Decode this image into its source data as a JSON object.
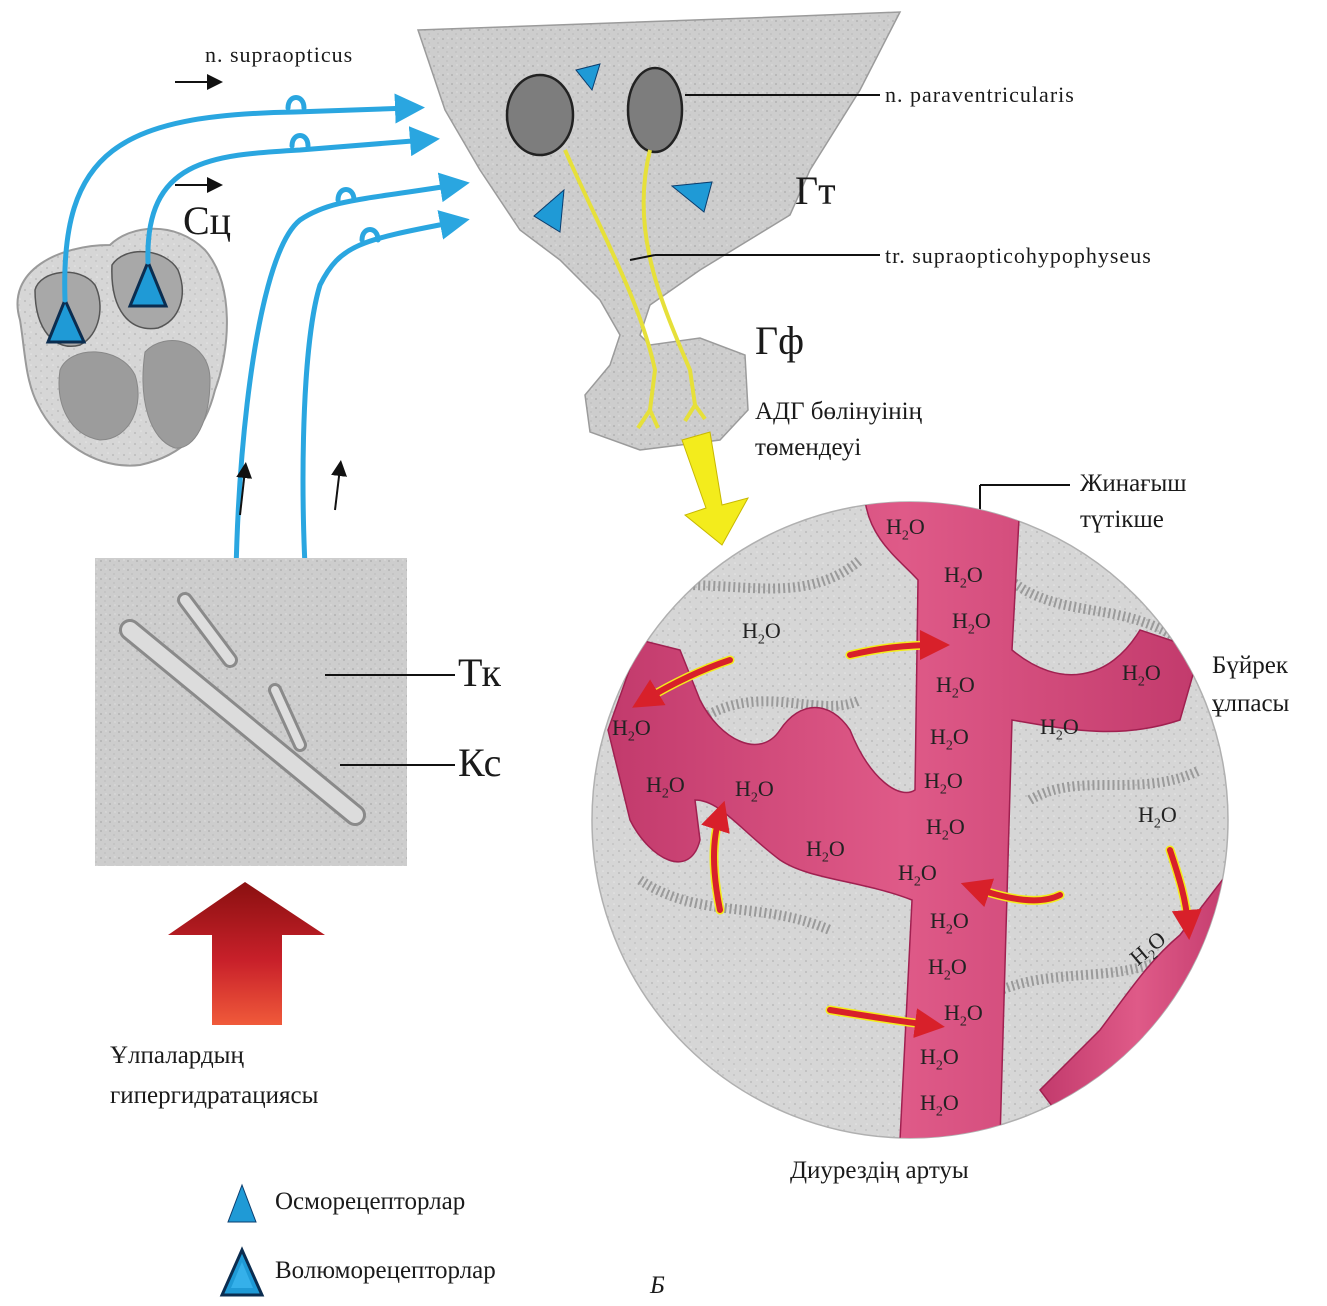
{
  "labels": {
    "n_supraopticus": "n. supraopticus",
    "n_paraventricularis": "n. paraventricularis",
    "gt": "Гт",
    "sc": "Сц",
    "tr_supraopticohypophyseus": "tr. supraopticohypophyseus",
    "gf": "Гф",
    "adg_line1": "АДГ бөлінуінің",
    "adg_line2": "төмендеуі",
    "collecting_line1": "Жинағыш",
    "collecting_line2": "түтікше",
    "kidney_line1": "Бүйрек",
    "kidney_line2": "ұлпасы",
    "tk": "Тк",
    "ks": "Кс",
    "hyper_line1": "Ұлпалардың",
    "hyper_line2": "гипергидратациясы",
    "diuresis": "Диурездің артуы",
    "page_letter": "Б"
  },
  "water": {
    "base": "H",
    "sub": "2",
    "tail": "O"
  },
  "legend": [
    {
      "icon": "osmoreceptor-icon",
      "label": "Осморецепторлар"
    },
    {
      "icon": "volumoreceptor-icon",
      "label": "Волюморецепторлар"
    }
  ],
  "colors": {
    "nerve": "#2aa6e0",
    "receptor": "#1f9ad6",
    "tract": "#e6e03a",
    "duct": "#d8467a",
    "tissue": "#cfcfcf",
    "arrow_red": "#c8202a",
    "arrow_yellow": "#f3ec1c"
  }
}
